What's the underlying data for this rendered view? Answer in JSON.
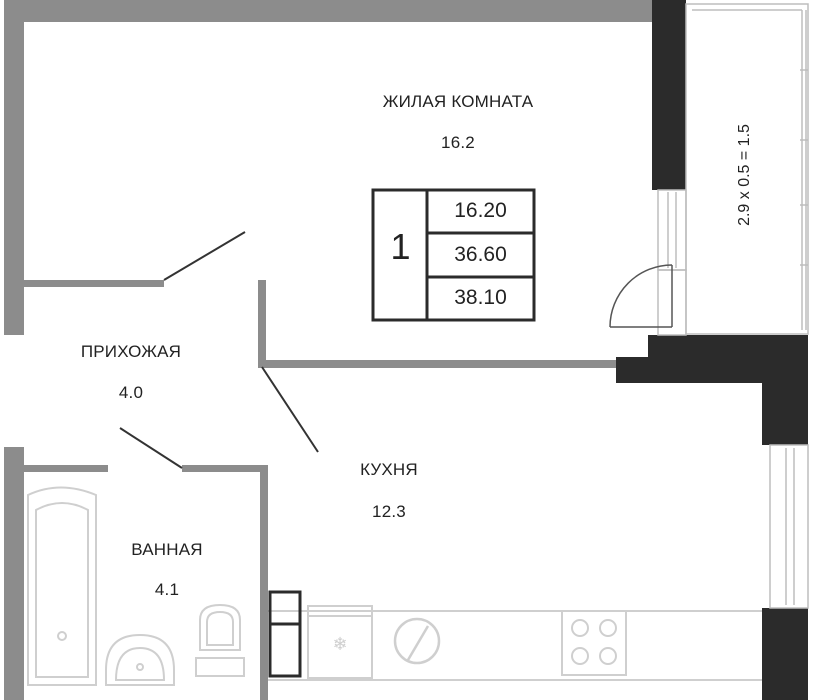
{
  "rooms": {
    "living": {
      "name": "ЖИЛАЯ КОМНАТА",
      "area": "16.2"
    },
    "hall": {
      "name": "ПРИХОЖАЯ",
      "area": "4.0"
    },
    "kitchen": {
      "name": "КУХНЯ",
      "area": "12.3"
    },
    "bath": {
      "name": "ВАННАЯ",
      "area": "4.1"
    }
  },
  "summary": {
    "rooms_count": "1",
    "living_area": "16.20",
    "total_area": "36.60",
    "total_with_balcony": "38.10"
  },
  "balcony": {
    "formula": "2.9 x 0.5 = 1.5"
  },
  "colors": {
    "wall_gray": "#8c8c8c",
    "wall_dark": "#2b2b2b",
    "line_light": "#cfcfcf",
    "text": "#222222"
  }
}
